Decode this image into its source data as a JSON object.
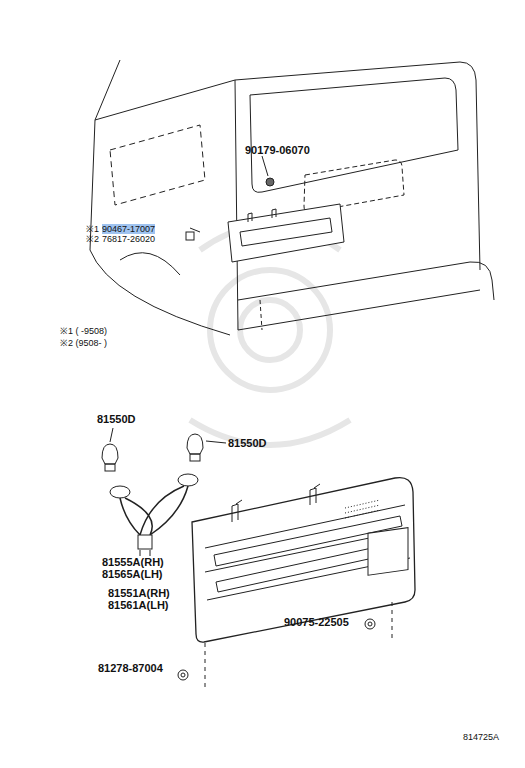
{
  "diagram": {
    "labels": [
      "90179-06070",
      "※1",
      "90467-17007",
      "※2",
      "76817-26020",
      "※1 (    -9508)",
      "※2 (9508-    )",
      "81550D",
      "81550D",
      "81555A(RH)",
      "81565A(LH)",
      "81551A(RH)",
      "81561A(LH)",
      "90075-22505",
      "81278-87004",
      "814725A"
    ]
  }
}
